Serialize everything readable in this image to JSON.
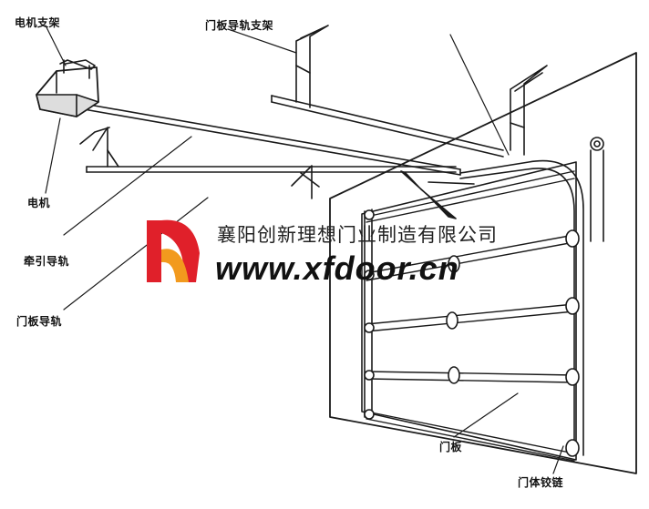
{
  "labels": {
    "motor_bracket": "电机支架",
    "door_rail_bracket": "门板导轨支架",
    "motor": "电机",
    "drive_rail": "牵引导轨",
    "door_rail": "门板导轨",
    "door_panel": "门板",
    "hinge": "门体铰链"
  },
  "watermark": {
    "company": "襄阳创新理想门业制造有限公司",
    "website": "www.xfdoor.cn"
  },
  "colors": {
    "line": "#1a1a1a",
    "logo_red": "#e0202a",
    "logo_orange": "#f29a1e"
  }
}
